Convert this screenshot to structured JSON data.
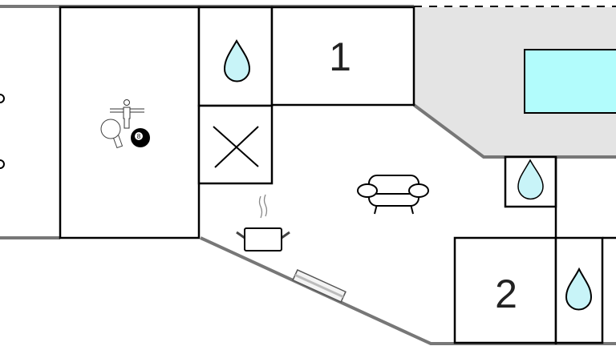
{
  "floor_plan": {
    "rooms": [
      {
        "label": "1",
        "type": "bedroom"
      },
      {
        "label": "2",
        "type": "bedroom"
      }
    ],
    "billiard_ball_number": "8",
    "icons": [
      "water-drop-icon",
      "table-tennis-icon",
      "foosball-icon",
      "billiard-ball-icon",
      "toilet-x-icon",
      "cooking-pot-icon",
      "sofa-icon",
      "pool-icon",
      "window-icon"
    ],
    "colors": {
      "pool": "#b2fcfc",
      "water": "#c8f4f8",
      "terrace": "#e4e4e4",
      "outer_wall": "#777777"
    }
  }
}
